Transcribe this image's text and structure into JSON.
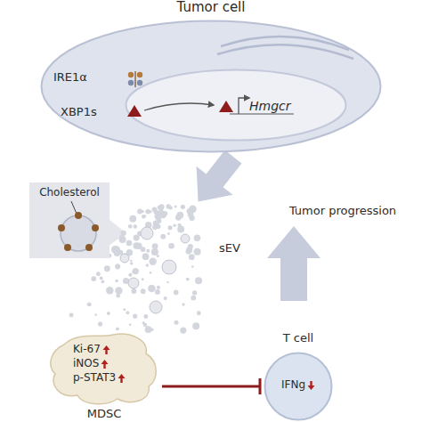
{
  "diagram": {
    "nodes": [
      {
        "text": [
          "Tumor cell"
        ]
      },
      {
        "text": [
          "Hmgcr"
        ],
        "in": 0
      },
      {
        "text": [
          "Cholesterol"
        ]
      },
      {
        "text": [
          "Ki-67",
          "iNOS",
          "p-STAT3",
          "MDSC"
        ]
      },
      {
        "text": [
          "T cell",
          "IFNg"
        ]
      }
    ],
    "edges": [
      {
        "from": 3,
        "to": 4,
        "arrow": "to"
      }
    ],
    "labels": [
      "IRE1α",
      "XBP1s",
      "sEV",
      "Tumor progression"
    ]
  }
}
